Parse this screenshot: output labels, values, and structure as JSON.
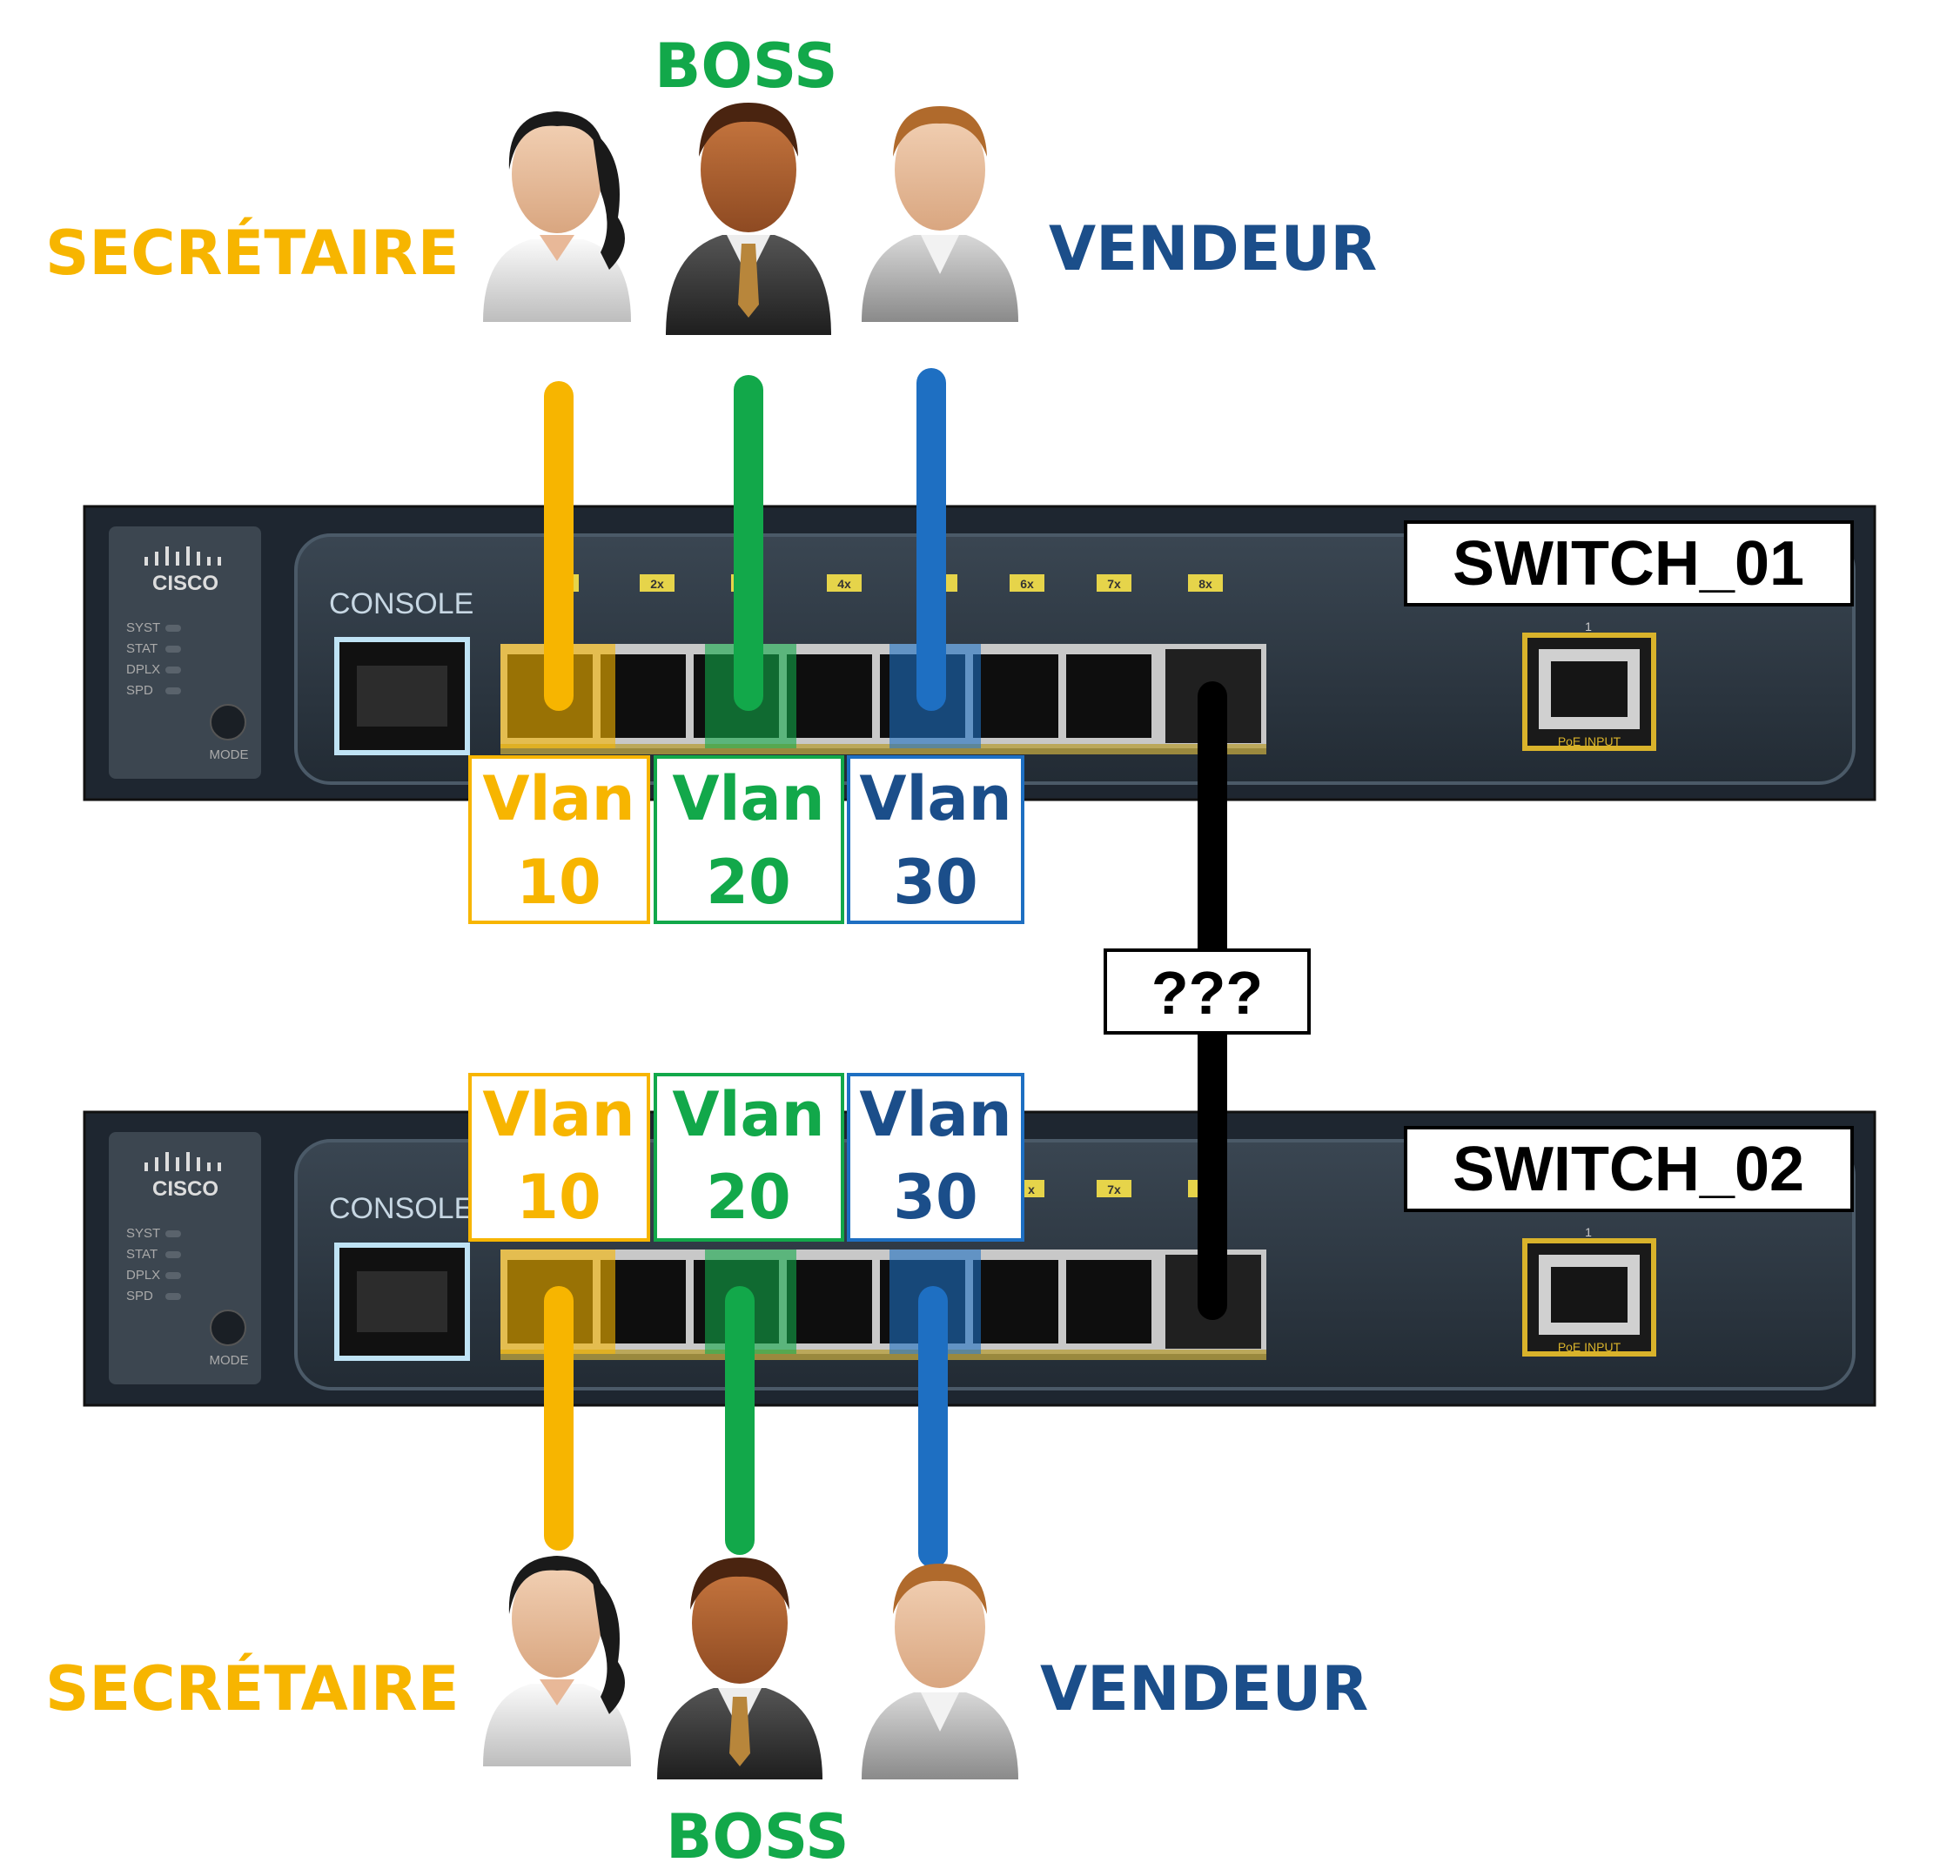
{
  "colors": {
    "secretaire": "#F7B500",
    "boss": "#12A84A",
    "vendeur": "#1B4E8A",
    "vlan30_line": "#1E6FC2",
    "switch_body": "#2A3440",
    "trunk": "#000000"
  },
  "top_roles": {
    "secretaire": "SECRÉTAIRE",
    "boss": "BOSS",
    "vendeur": "VENDEUR"
  },
  "bottom_roles": {
    "secretaire": "SECRÉTAIRE",
    "boss": "BOSS",
    "vendeur": "VENDEUR"
  },
  "switch1": {
    "name": "SWITCH_01",
    "brand": "CISCO",
    "console_label": "CONSOLE",
    "mode_label": "MODE",
    "leds": [
      "SYST",
      "STAT",
      "DPLX",
      "SPD"
    ],
    "port_tags": [
      "2x",
      "4x",
      "6x",
      "7x",
      "8x"
    ],
    "uplink_number": "1",
    "poe_label": "PoE INPUT",
    "vlans": [
      {
        "word": "Vlan",
        "id": "10"
      },
      {
        "word": "Vlan",
        "id": "20"
      },
      {
        "word": "Vlan",
        "id": "30"
      }
    ]
  },
  "switch2": {
    "name": "SWITCH_02",
    "brand": "CISCO",
    "console_label": "CONSOLE",
    "mode_label": "MODE",
    "leds": [
      "SYST",
      "STAT",
      "DPLX",
      "SPD"
    ],
    "port_tags": [
      "x",
      "7x"
    ],
    "uplink_number": "1",
    "poe_label": "PoE INPUT",
    "vlans": [
      {
        "word": "Vlan",
        "id": "10"
      },
      {
        "word": "Vlan",
        "id": "20"
      },
      {
        "word": "Vlan",
        "id": "30"
      }
    ]
  },
  "trunk_label": "???"
}
